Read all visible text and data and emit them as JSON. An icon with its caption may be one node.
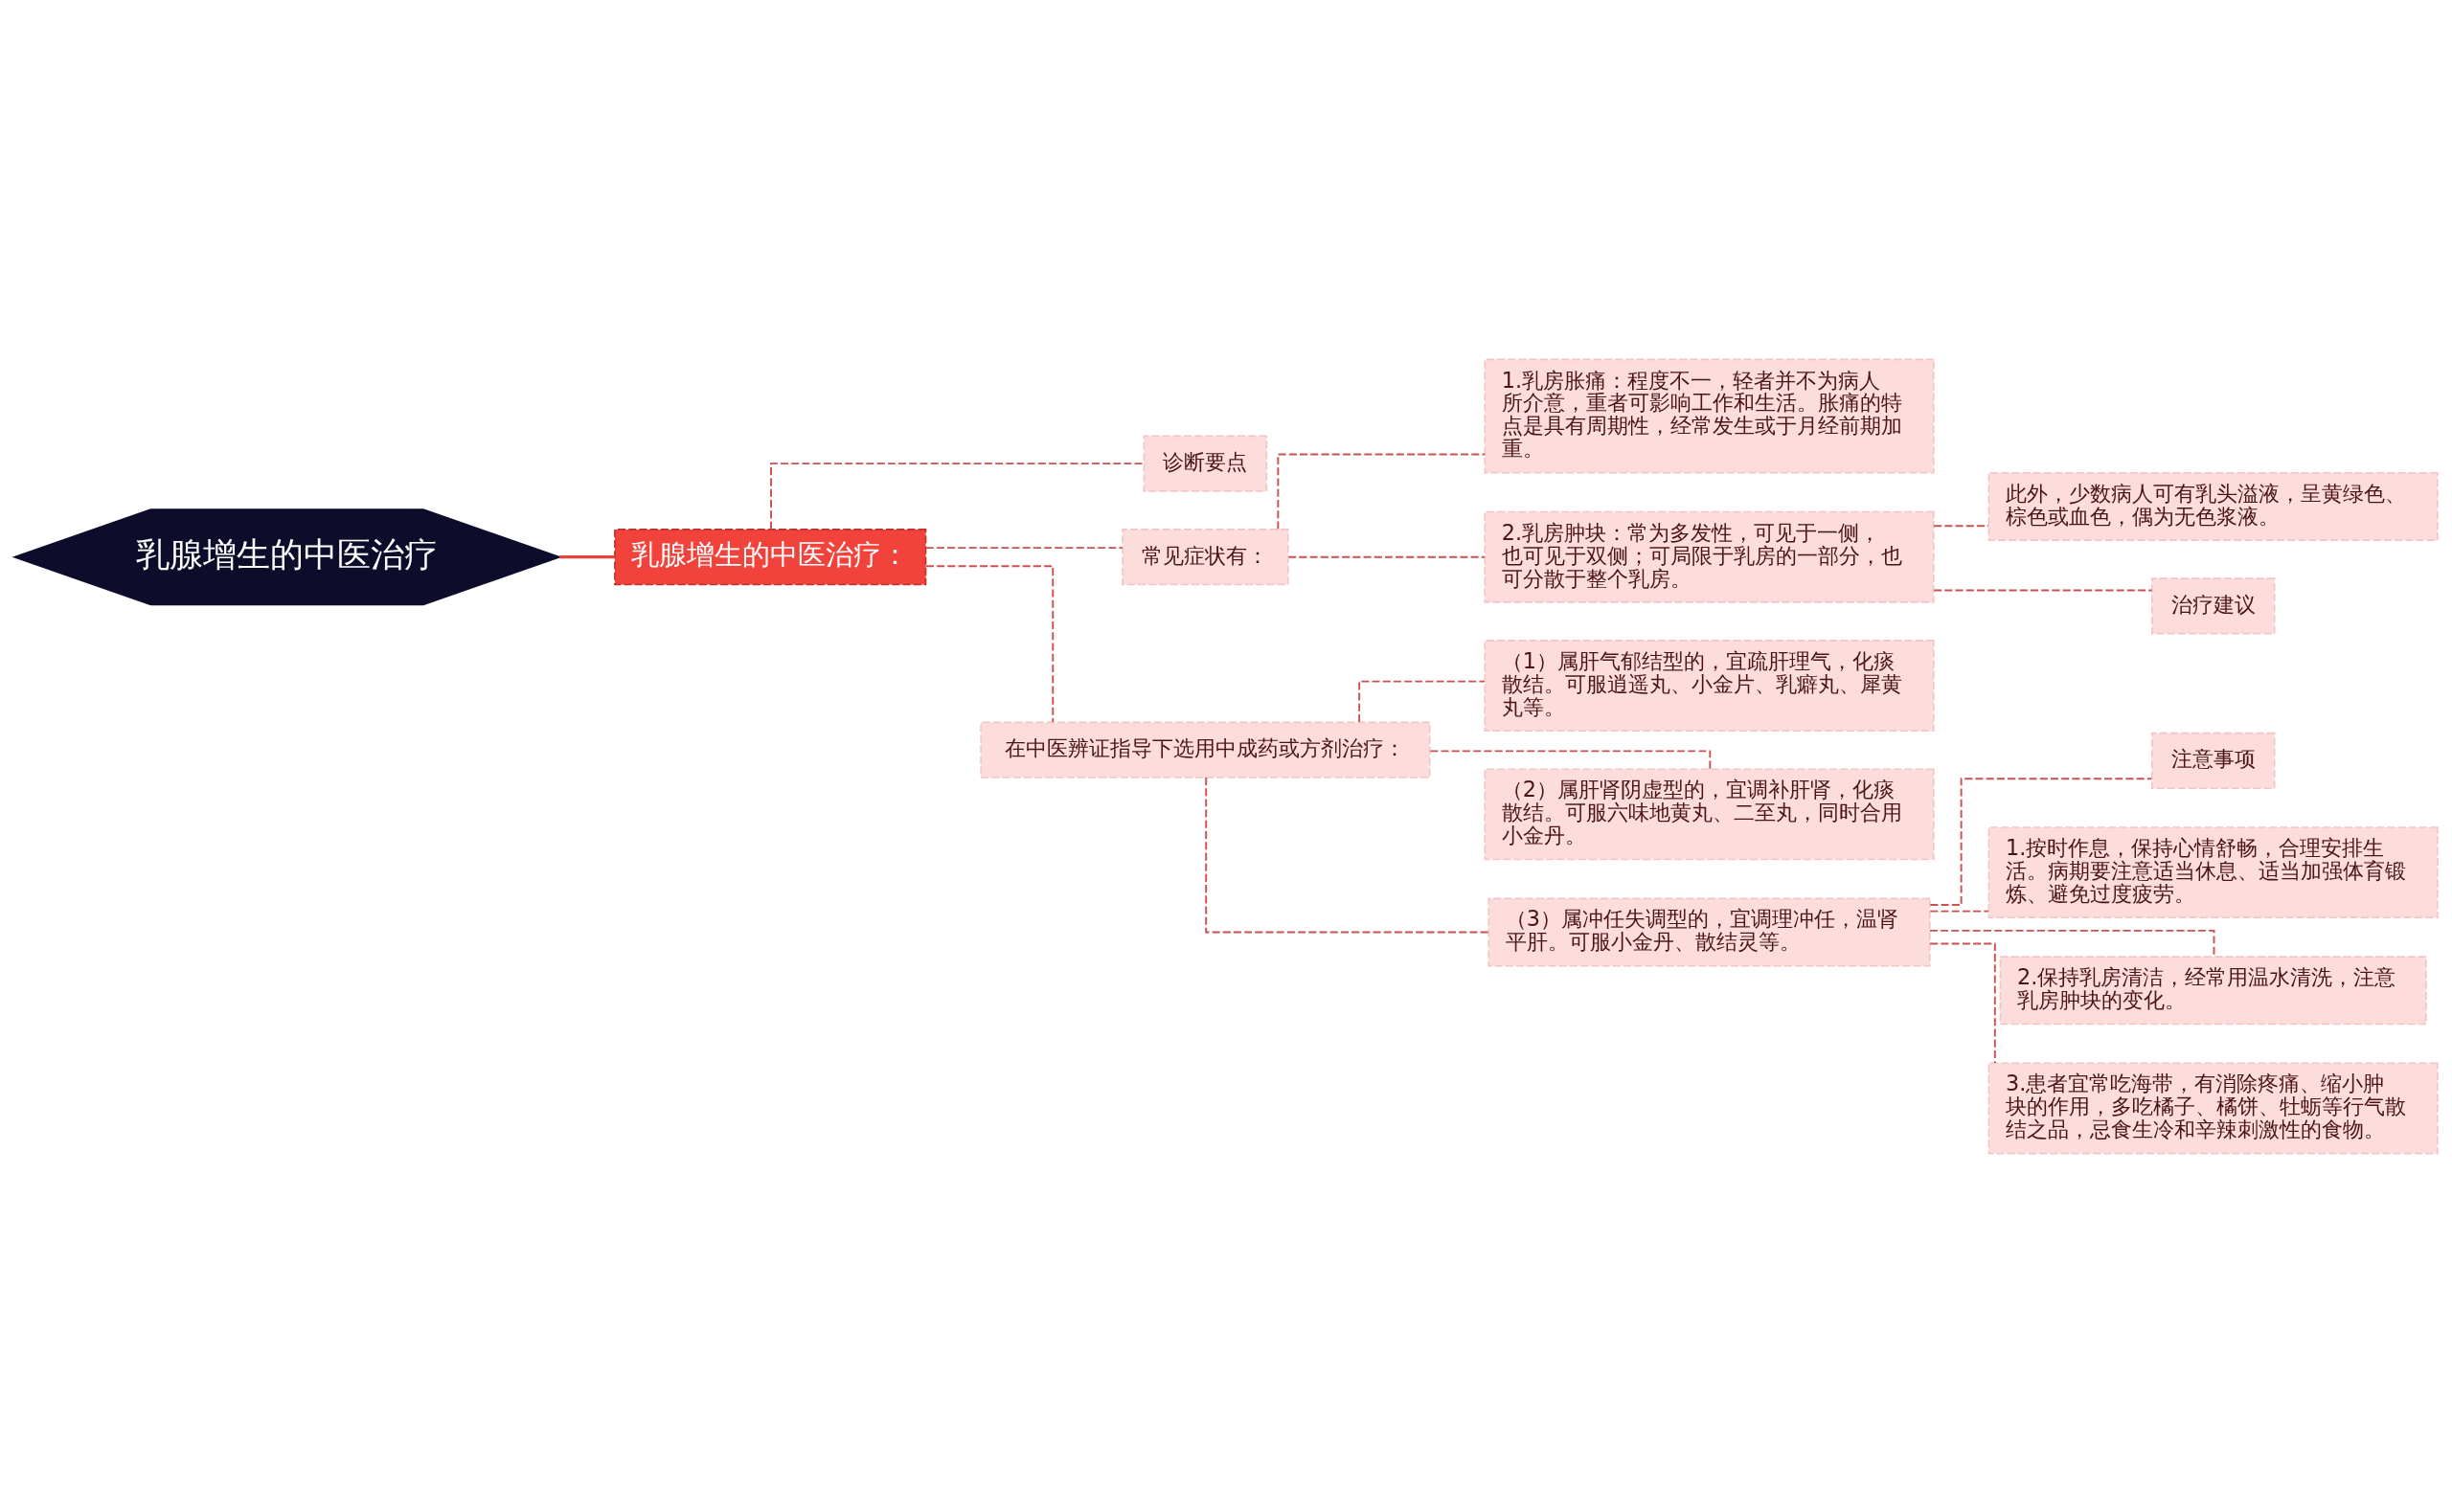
{
  "diagram": {
    "nodes": [
      {
        "text": [
          "乳腺增生的中医治疗"
        ]
      },
      {
        "text": [
          "乳腺增生的中医治疗："
        ]
      },
      {
        "text": [
          "诊断要点"
        ]
      },
      {
        "text": [
          "常见症状有："
        ]
      },
      {
        "text": [
          "1.乳房胀痛：程度不一，轻者并不为病人所介意，重者可影响工作和生活。胀痛的特点是具有周期性，经常发生或于月经前期加重。"
        ]
      },
      {
        "text": [
          "2.乳房肿块：常为多发性，可见于一侧，也可见于双侧；可局限于乳房的一部分，也可分散于整个乳房。"
        ]
      },
      {
        "text": [
          "此外，少数病人可有乳头溢液，呈黄绿色、棕色或血色，偶为无色浆液。"
        ]
      },
      {
        "text": [
          "治疗建议"
        ]
      },
      {
        "text": [
          "在中医辨证指导下选用中成药或方剂治疗："
        ]
      },
      {
        "text": [
          "（1）属肝气郁结型的，宜疏肝理气，化痰散结。可服逍遥丸、小金片、乳癖丸、犀黄丸等。"
        ]
      },
      {
        "text": [
          "（2）属肝肾阴虚型的，宜调补肝肾，化痰散结。可服六味地黄丸、二至丸，同时合用小金丹。"
        ]
      },
      {
        "text": [
          "（3）属冲任失调型的，宜调理冲任，温肾平肝。可服小金丹、散结灵等。"
        ]
      },
      {
        "text": [
          "注意事项"
        ]
      },
      {
        "text": [
          "1.按时作息，保持心情舒畅，合理安排生活。病期要注意适当休息、适当加强体育锻炼、避免过度疲劳。"
        ]
      },
      {
        "text": [
          "2.保持乳房清洁，经常用温水清洗，注意乳房肿块的变化。"
        ]
      },
      {
        "text": [
          "3.患者宜常吃海带，有消除疼痛、缩小肿块的作用，多吃橘子、橘饼、牡蛎等行气散结之品，忌食生冷和辛辣刺激性的食物。"
        ]
      }
    ],
    "edges": [
      {
        "from": 0,
        "to": 1,
        "arrow": "none",
        "color": "#e8443a"
      },
      {
        "from": 1,
        "to": 2,
        "arrow": "none",
        "style": "dashed"
      },
      {
        "from": 1,
        "to": 3,
        "arrow": "none",
        "style": "dashed"
      },
      {
        "from": 1,
        "to": 8,
        "arrow": "none",
        "style": "dashed"
      },
      {
        "from": 3,
        "to": 4,
        "arrow": "none",
        "style": "dashed"
      },
      {
        "from": 3,
        "to": 5,
        "arrow": "none",
        "style": "dashed"
      },
      {
        "from": 5,
        "to": 6,
        "arrow": "none",
        "style": "dashed"
      },
      {
        "from": 5,
        "to": 7,
        "arrow": "none",
        "style": "dashed"
      },
      {
        "from": 8,
        "to": 9,
        "arrow": "none",
        "style": "dashed"
      },
      {
        "from": 8,
        "to": 10,
        "arrow": "none",
        "style": "dashed"
      },
      {
        "from": 8,
        "to": 11,
        "arrow": "none",
        "style": "dashed"
      },
      {
        "from": 11,
        "to": 12,
        "arrow": "none",
        "style": "dashed"
      },
      {
        "from": 11,
        "to": 13,
        "arrow": "none",
        "style": "dashed"
      },
      {
        "from": 11,
        "to": 14,
        "arrow": "none",
        "style": "dashed"
      },
      {
        "from": 11,
        "to": 15,
        "arrow": "none",
        "style": "dashed"
      }
    ]
  }
}
